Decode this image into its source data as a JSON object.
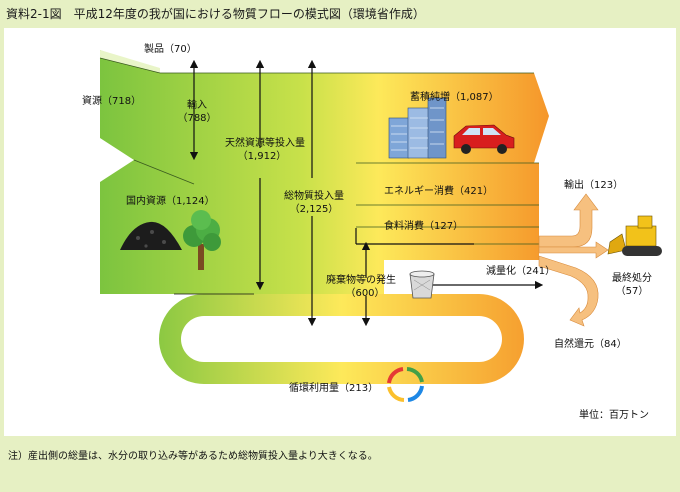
{
  "title": "資料2-1図　平成12年度の我が国における物質フローの模式図（環境省作成）",
  "colors": {
    "page_background": "#e6f0c3",
    "flow_green": "#7cc43f",
    "flow_yellow": "#fde95a",
    "flow_orange": "#f5962a",
    "outflow_arrow": "#f6c07f"
  },
  "labels": {
    "products": "製品（70）",
    "resources": "資源（718）",
    "imports": "輸入",
    "imports_value": "（788）",
    "natural_input": "天然資源等投入量",
    "natural_input_value": "（1,912）",
    "domestic_resources": "国内資源（1,124）",
    "total_input": "総物質投入量",
    "total_input_value": "（2,125）",
    "stock_increase": "蓄積純増（1,087）",
    "energy": "エネルギー消費（421）",
    "food": "食料消費（127）",
    "exports": "輸出（123）",
    "waste": "廃棄物等の発生",
    "waste_value": "（600）",
    "reduction": "減量化（241）",
    "final_disposal": "最終処分",
    "final_disposal_value": "（57）",
    "natural_return": "自然還元（84）",
    "recycling": "循環利用量（213）",
    "unit": "単位：百万トン"
  },
  "icons": [
    "buildings-icon",
    "car-icon",
    "coal-pile-icon",
    "tree-icon",
    "bulldozer-icon",
    "trash-can-icon",
    "recycle-icon"
  ],
  "footnote": "注）産出側の総量は、水分の取り込み等があるため総物質投入量より大きくなる。"
}
